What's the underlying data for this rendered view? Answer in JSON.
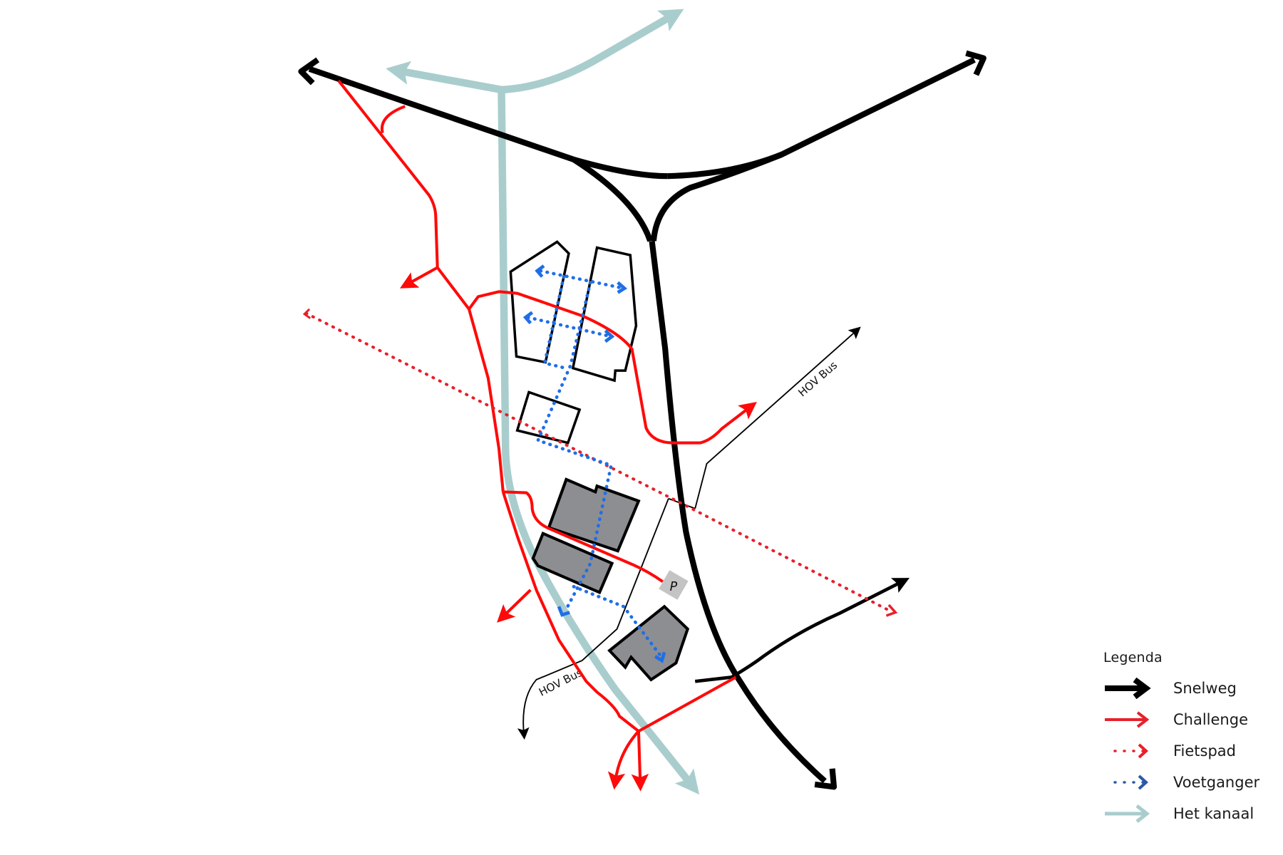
{
  "colors": {
    "snelweg": "#000000",
    "challenge": "#ff0a0a",
    "fietspad": "#e8202a",
    "voetganger": "#1f6ee8",
    "voetganger_legend": "#2a5aa6",
    "kanaal": "#a9cdcd",
    "building_fill_grey": "#8d8e91",
    "parking_fill": "#c4c4c4"
  },
  "map": {
    "labels": {
      "hov_bus_top": "HOV Bus",
      "hov_bus_bottom": "HOV Bus",
      "parking": "P"
    }
  },
  "legend": {
    "title": "Legenda",
    "items": [
      {
        "id": "snelweg",
        "label": "Snelweg",
        "style": "thick-black-arrow"
      },
      {
        "id": "challenge",
        "label": "Challenge",
        "style": "red-arrow"
      },
      {
        "id": "fietspad",
        "label": "Fietspad",
        "style": "red-dotted-arrow"
      },
      {
        "id": "voetganger",
        "label": "Voetganger",
        "style": "blue-dotted-arrow"
      },
      {
        "id": "kanaal",
        "label": "Het kanaal",
        "style": "light-teal-arrow"
      }
    ]
  }
}
